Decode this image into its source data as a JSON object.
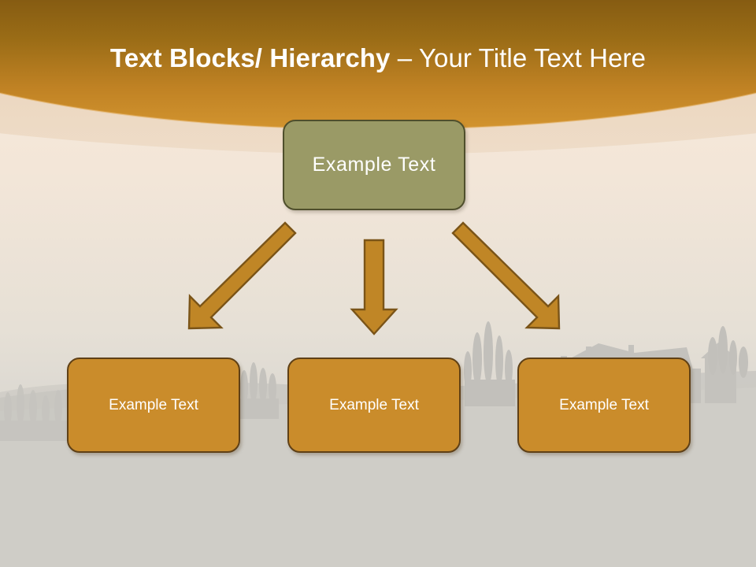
{
  "slide": {
    "title": {
      "bold_part": "Text Blocks/ Hierarchy ",
      "normal_part": "– Your Title Text Here",
      "full": "Text Blocks/ Hierarchy – Your Title Text Here"
    },
    "theme": {
      "header_gradient_top": "#8a6014",
      "header_gradient_bottom": "#cf9030",
      "header_band": "#e8cba6",
      "background_top": "#f6e8d8",
      "background_bottom": "#d4d2cd",
      "landscape_silhouette": "#c6c4bf",
      "top_node_fill": "#9a9a66",
      "top_node_border": "#4f4f2c",
      "child_node_fill": "#ca8c2b",
      "child_node_border": "#5f4016",
      "arrow_fill": "#c08626",
      "arrow_border": "#7a5418",
      "title_text": "#ffffff",
      "node_text": "#ffffff"
    }
  },
  "diagram": {
    "type": "hierarchy",
    "root": {
      "label": "Example  Text"
    },
    "children": [
      {
        "label": "Example Text"
      },
      {
        "label": "Example Text"
      },
      {
        "label": "Example Text"
      }
    ],
    "connectors": [
      {
        "name": "arrow-root-to-child-1",
        "direction": "down-left",
        "glyph": "bent-arrow"
      },
      {
        "name": "arrow-root-to-child-2",
        "direction": "down",
        "glyph": "straight-arrow"
      },
      {
        "name": "arrow-root-to-child-3",
        "direction": "down-right",
        "glyph": "bent-arrow"
      }
    ]
  }
}
